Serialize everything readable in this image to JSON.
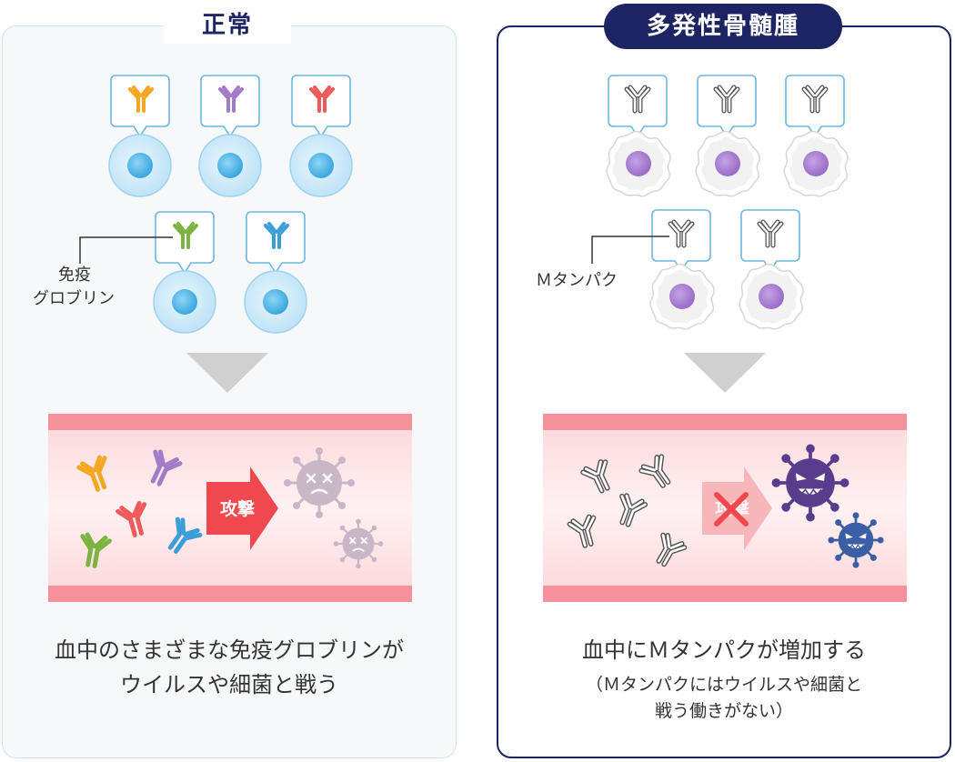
{
  "normal": {
    "title": "正常",
    "label_line1": "免疫",
    "label_line2": "グロブリン",
    "attack_label": "攻撃",
    "caption_line1": "血中のさまざまな免疫グロブリンが",
    "caption_line2": "ウイルスや細菌と戦う",
    "antibody_colors": [
      "#f5a623",
      "#a27cc9",
      "#ee5b5b",
      "#7cb342",
      "#3a9fd8"
    ]
  },
  "mm": {
    "title": "多発性骨髄腫",
    "label": "Ｍタンパク",
    "attack_label": "攻撃",
    "caption_line1": "血中にＭタンパクが増加する",
    "caption_sub_line1": "（Ｍタンパクにはウイルスや細菌と",
    "caption_sub_line2": "戦う働きがない）"
  },
  "colors": {
    "navy": "#1d2464",
    "vessel_wall": "#f4919b",
    "vessel_inner": "#fde0e2",
    "arrow_red": "#f0484f",
    "cell_blue": "#cceafa",
    "myeloma_purple": "#a87fd1",
    "virus_purple": "#5a3c8d",
    "virus_blue": "#3c5ea5"
  }
}
